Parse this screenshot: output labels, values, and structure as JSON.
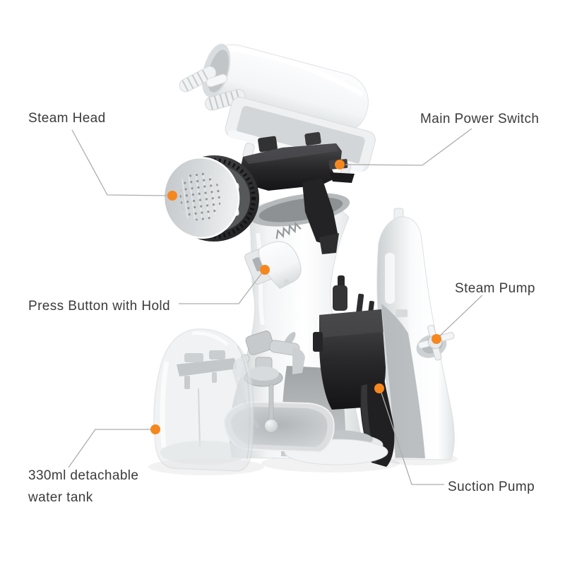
{
  "illustration": {
    "description": "Exploded view of a handheld garment steamer showing internal components",
    "connector_dot_icon": "filled orange circle"
  },
  "colors": {
    "accent": "#F5871E",
    "leader": "#ADADAD",
    "label": "#3B3B3B",
    "bg": "#FFFFFF"
  },
  "labels": [
    {
      "id": "steam-head",
      "lines": [
        "Steam Head"
      ]
    },
    {
      "id": "main-power-switch",
      "lines": [
        "Main Power Switch"
      ]
    },
    {
      "id": "press-button-with-hold",
      "lines": [
        "Press Button with Hold"
      ]
    },
    {
      "id": "steam-pump",
      "lines": [
        "Steam Pump"
      ]
    },
    {
      "id": "water-tank",
      "lines": [
        "330ml detachable",
        "water tank"
      ]
    },
    {
      "id": "suction-pump",
      "lines": [
        "Suction Pump"
      ]
    }
  ]
}
